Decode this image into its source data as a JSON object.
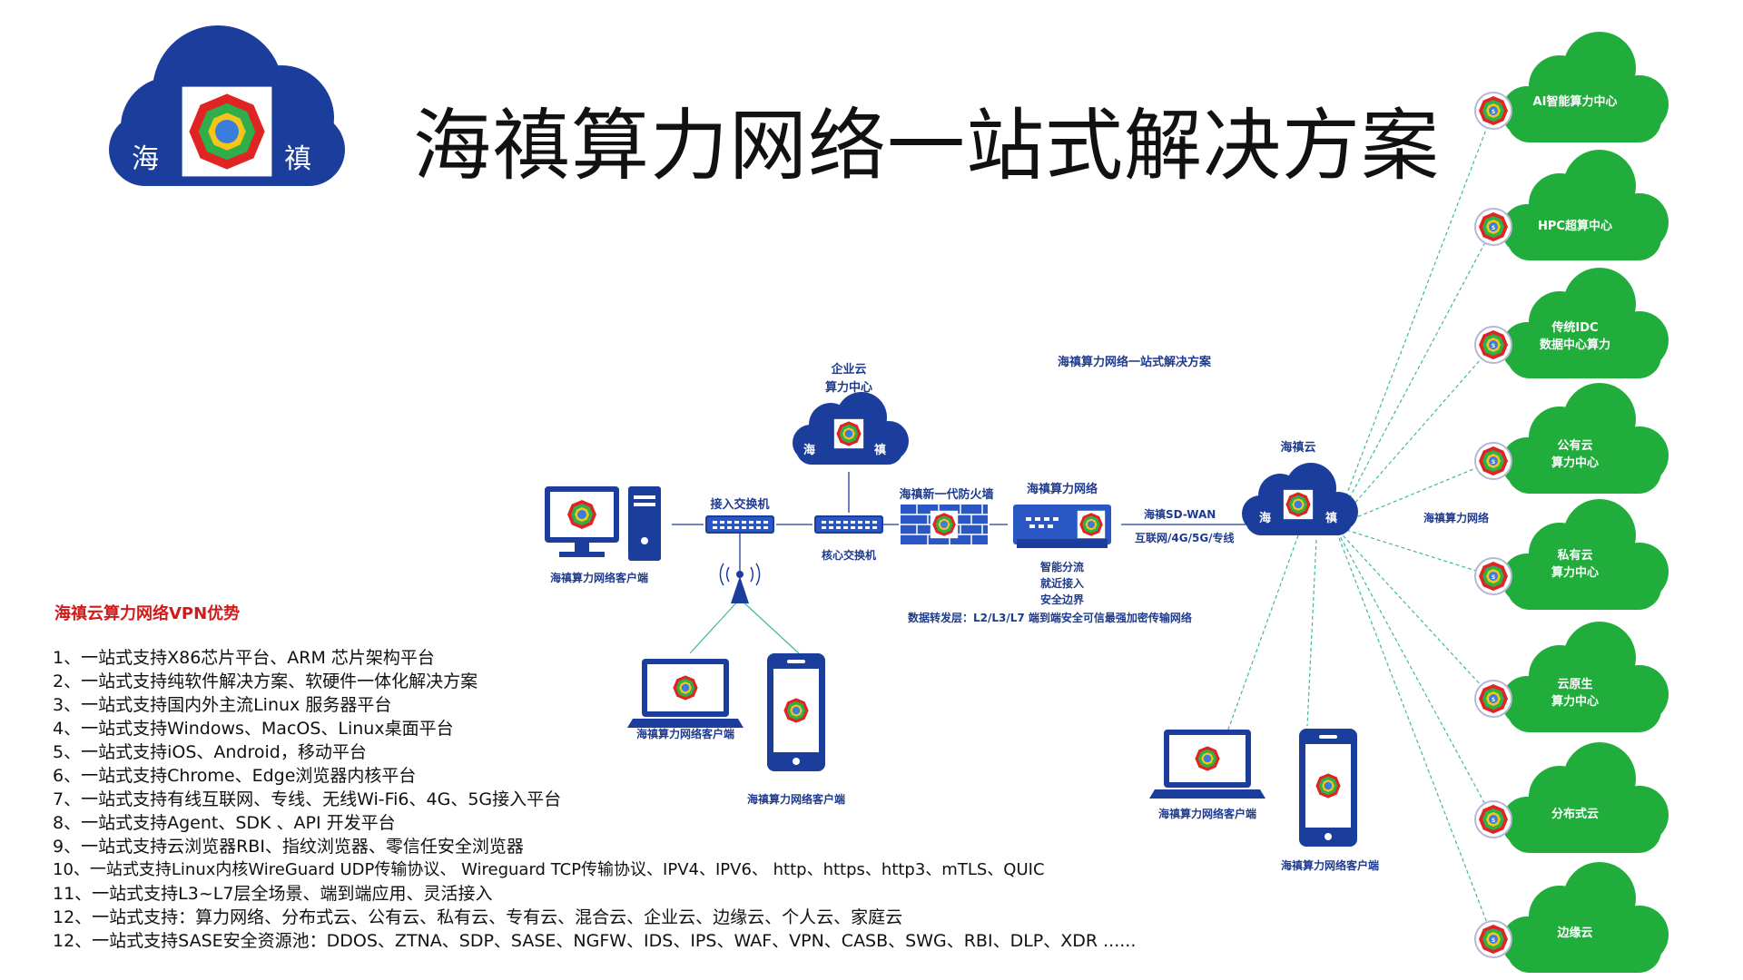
{
  "header": {
    "title": "海禛算力网络一站式解决方案",
    "logo_left_char": "海",
    "logo_right_char": "禛"
  },
  "diagram": {
    "center_caption": "海禛算力网络一站式解决方案",
    "enterprise_cloud": [
      "企业云",
      "算力中心"
    ],
    "enterprise_cloud_chars": [
      "海",
      "禛"
    ],
    "access_switch": "接入交换机",
    "core_switch": "核心交换机",
    "firewall": "海禛新一代防火墙",
    "network_device": "海禛算力网络",
    "device_features": [
      "智能分流",
      "就近接入",
      "安全边界"
    ],
    "forwarding_layer": "数据转发层：L2/L3/L7 端到端安全可信最强加密传输网络",
    "sdwan": "海禛SD-WAN",
    "links": "互联网/4G/5G/专线",
    "haizhen_cloud": "海禛云",
    "haizhen_cloud_chars": [
      "海",
      "禛"
    ],
    "compute_network_label": "海禛算力网络",
    "client_label": "海禛算力网络客户端"
  },
  "compute_centers": [
    {
      "lines": [
        "AI智能算力中心"
      ]
    },
    {
      "lines": [
        "HPC超算中心"
      ]
    },
    {
      "lines": [
        "传统IDC",
        "数据中心算力"
      ]
    },
    {
      "lines": [
        "公有云",
        "算力中心"
      ]
    },
    {
      "lines": [
        "私有云",
        "算力中心"
      ]
    },
    {
      "lines": [
        "云原生",
        "算力中心"
      ]
    },
    {
      "lines": [
        "分布式云"
      ]
    },
    {
      "lines": [
        "边缘云"
      ]
    }
  ],
  "advantages": {
    "title": "海禛云算力网络VPN优势",
    "items": [
      "1、一站式支持X86芯片平台、ARM 芯片架构平台",
      "2、一站式支持纯软件解决方案、软硬件一体化解决方案",
      "3、一站式支持国内外主流Linux 服务器平台",
      "4、一站式支持Windows、MacOS、Linux桌面平台",
      "5、一站式支持iOS、Android，移动平台",
      "6、一站式支持Chrome、Edge浏览器内核平台",
      "7、一站式支持有线互联网、专线、无线Wi-Fi6、4G、5G接入平台",
      "8、一站式支持Agent、SDK 、API 开发平台",
      "9、一站式支持云浏览器RBI、指纹浏览器、零信任安全浏览器",
      "10、一站式支持Linux内核WireGuard UDP传输协议、 Wireguard  TCP传输协议、IPV4、IPV6、 http、https、http3、mTLS、QUIC",
      "11、一站式支持L3~L7层全场景、端到端应用、灵活接入",
      "12、一站式支持：算力网络、分布式云、公有云、私有云、专有云、混合云、企业云、边缘云、个人云、家庭云",
      "12、一站式支持SASE安全资源池：DDOS、ZTNA、SDP、SASE、NGFW、IDS、IPS、WAF、VPN、CASB、SWG、RBI、DLP、XDR ......"
    ]
  },
  "colors": {
    "brand_blue": "#1b3d9c",
    "cloud_green": "#21ad3c",
    "accent_red": "#d11a1a",
    "label_blue": "#1f3b8f"
  },
  "icons": [
    "haizhen-logo-icon",
    "desktop-pc-icon",
    "laptop-icon",
    "mobile-phone-icon",
    "switch-icon",
    "firewall-icon",
    "wireless-ap-icon",
    "green-cloud-icon"
  ]
}
